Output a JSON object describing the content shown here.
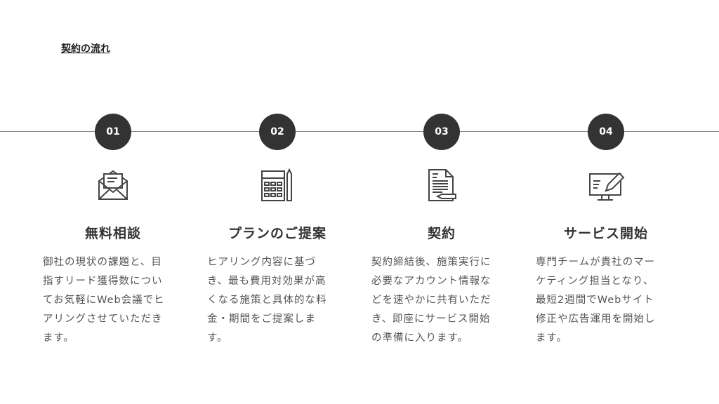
{
  "heading": "契約の流れ",
  "steps": [
    {
      "num": "01",
      "icon": "envelope-icon",
      "title": "無料相談",
      "lines": [
        "御社の現状の課題と、目",
        "指すリード獲得数につい",
        "てお気軽にWeb会議でヒ",
        "アリングさせていただき",
        "ます。"
      ]
    },
    {
      "num": "02",
      "icon": "calculator-icon",
      "title": "プランのご提案",
      "lines": [
        "ヒアリング内容に基づ",
        "き、最も費用対効果が高",
        "くなる施策と具体的な料",
        "金・期間をご提案しま",
        "す。"
      ]
    },
    {
      "num": "03",
      "icon": "contract-icon",
      "title": "契約",
      "lines": [
        "契約締結後、施策実行に",
        "必要なアカウント情報な",
        "どを速やかに共有いただ",
        "き、即座にサービス開始",
        "の準備に入ります。"
      ]
    },
    {
      "num": "04",
      "icon": "monitor-edit-icon",
      "title": "サービス開始",
      "lines": [
        "専門チームが貴社のマー",
        "ケティング担当となり、",
        "最短2週間でWebサイト",
        "修正や広告運用を開始し",
        "ます。"
      ]
    }
  ]
}
